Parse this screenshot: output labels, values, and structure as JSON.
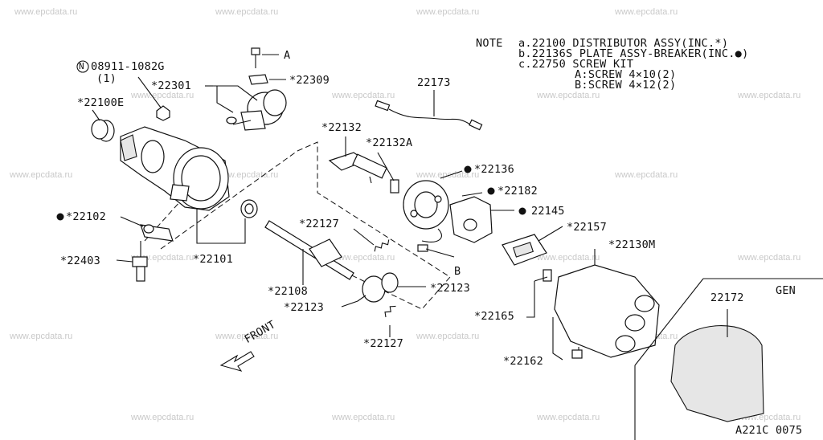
{
  "watermark": "www.epcdata.ru",
  "note": {
    "prefix": "NOTE",
    "line_a": "a.22100  DISTRIBUTOR ASSY(INC.*)",
    "line_b": "b.22136S PLATE ASSY-BREAKER(INC.●)",
    "line_c": "c.22750  SCREW KIT",
    "screw_a": "A:SCREW 4×10(2)",
    "screw_b": "B:SCREW 4×12(2)"
  },
  "labels": {
    "p08911_code": "08911-1082G",
    "p08911_qty": "(1)",
    "p22100E": "*22100E",
    "p22301": "*22301",
    "screw_a": "A",
    "p22309": "*22309",
    "p22173": "22173",
    "p22132": "*22132",
    "p22132A": "*22132A",
    "p22136": "*22136",
    "p22182": "*22182",
    "p22145": "22145",
    "p22157": "*22157",
    "p22130M": "*22130M",
    "p22102": "*22102",
    "p22127_top": "*22127",
    "screw_b": "B",
    "p22403": "*22403",
    "p22101": "*22101",
    "p22108": "*22108",
    "p22123_right": "*22123",
    "p22123_left": "*22123",
    "p22165": "*22165",
    "p22127_bottom": "*22127",
    "p22162": "*22162",
    "p22172": "22172",
    "gen": "GEN",
    "front": "FRONT",
    "figure_code": "A221C 0075"
  },
  "icons": {
    "n_circle": "N",
    "bullet": "●"
  }
}
